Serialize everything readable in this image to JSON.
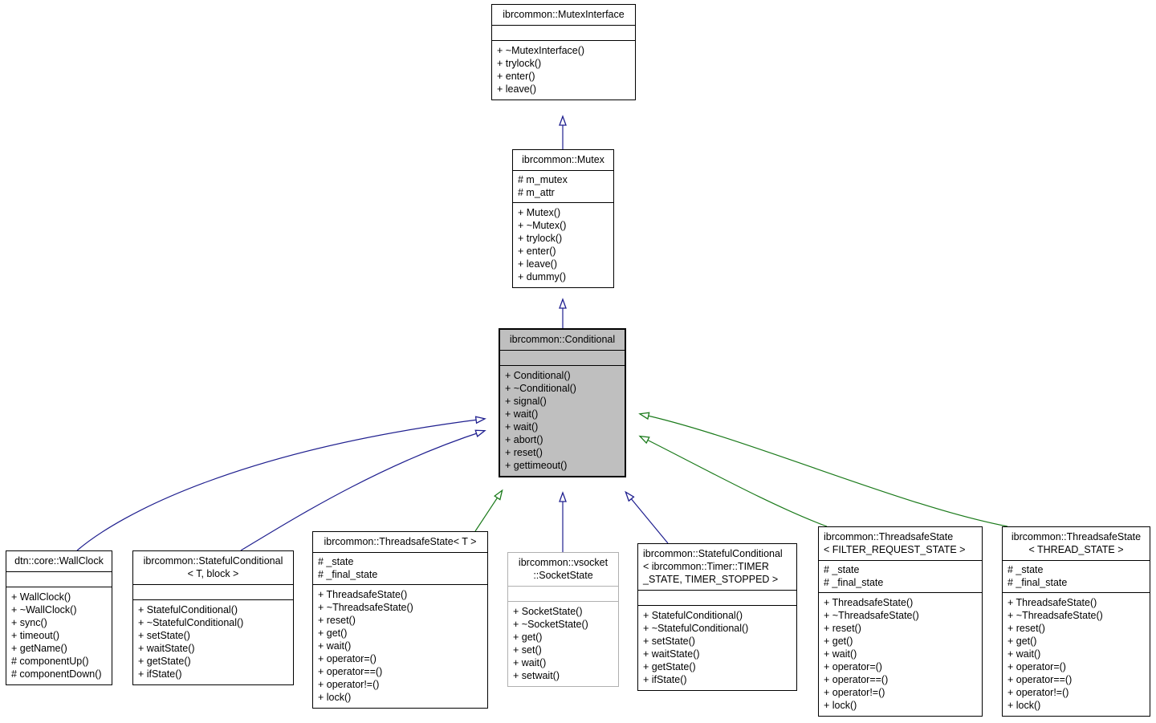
{
  "diagram": {
    "kind": "uml-class-inheritance-diagram",
    "title": "ibrcommon::Conditional",
    "colors": {
      "background": "#ffffff",
      "node_border": "#000000",
      "node_fill": "#ffffff",
      "highlight_fill": "#bfbfbf",
      "faint_border": "#b0b0b0",
      "inheritance_edge": "#1f1f8f",
      "template_edge": "#1a7a1a",
      "text": "#000000"
    }
  },
  "nodes": [
    {
      "id": "mutexinterface",
      "name": "ibrcommon::MutexInterface",
      "attributes": [],
      "operations": [
        "+ ~MutexInterface()",
        "+ trylock()",
        "+ enter()",
        "+ leave()"
      ],
      "highlight": false
    },
    {
      "id": "mutex",
      "name": "ibrcommon::Mutex",
      "attributes": [
        "# m_mutex",
        "# m_attr"
      ],
      "operations": [
        "+ Mutex()",
        "+ ~Mutex()",
        "+ trylock()",
        "+ enter()",
        "+ leave()",
        "+ dummy()"
      ],
      "highlight": false
    },
    {
      "id": "conditional",
      "name": "ibrcommon::Conditional",
      "attributes": [],
      "operations": [
        "+ Conditional()",
        "+ ~Conditional()",
        "+ signal()",
        "+ wait()",
        "+ wait()",
        "+ abort()",
        "+ reset()",
        "+ gettimeout()"
      ],
      "highlight": true
    },
    {
      "id": "wallclock",
      "name": "dtn::core::WallClock",
      "attributes": [],
      "operations": [
        "+ WallClock()",
        "+ ~WallClock()",
        "+ sync()",
        "+ timeout()",
        "+ getName()",
        "# componentUp()",
        "# componentDown()"
      ],
      "highlight": false
    },
    {
      "id": "statefulconditional_t_block",
      "name": "ibrcommon::StatefulConditional\n< T, block >",
      "attributes": [],
      "operations": [
        "+ StatefulConditional()",
        "+ ~StatefulConditional()",
        "+ setState()",
        "+ waitState()",
        "+ getState()",
        "+ ifState()"
      ],
      "highlight": false
    },
    {
      "id": "threadsafestate_t",
      "name": "ibrcommon::ThreadsafeState< T >",
      "attributes": [
        "# _state",
        "# _final_state"
      ],
      "operations": [
        "+ ThreadsafeState()",
        "+ ~ThreadsafeState()",
        "+ reset()",
        "+ get()",
        "+ wait()",
        "+ operator=()",
        "+ operator==()",
        "+ operator!=()",
        "+ lock()"
      ],
      "highlight": false
    },
    {
      "id": "vsocket_socketstate",
      "name": "ibrcommon::vsocket\n::SocketState",
      "attributes": [],
      "operations": [
        "+ SocketState()",
        "+ ~SocketState()",
        "+ get()",
        "+ set()",
        "+ wait()",
        "+ setwait()"
      ],
      "highlight": false
    },
    {
      "id": "statefulconditional_timer",
      "name": "ibrcommon::StatefulConditional\n< ibrcommon::Timer::TIMER\n_STATE, TIMER_STOPPED >",
      "attributes": [],
      "operations": [
        "+ StatefulConditional()",
        "+ ~StatefulConditional()",
        "+ setState()",
        "+ waitState()",
        "+ getState()",
        "+ ifState()"
      ],
      "highlight": false
    },
    {
      "id": "threadsafestate_filter",
      "name": "ibrcommon::ThreadsafeState\n< FILTER_REQUEST_STATE >",
      "attributes": [
        "# _state",
        "# _final_state"
      ],
      "operations": [
        "+ ThreadsafeState()",
        "+ ~ThreadsafeState()",
        "+ reset()",
        "+ get()",
        "+ wait()",
        "+ operator=()",
        "+ operator==()",
        "+ operator!=()",
        "+ lock()"
      ],
      "highlight": false
    },
    {
      "id": "threadsafestate_thread",
      "name": "ibrcommon::ThreadsafeState\n< THREAD_STATE >",
      "attributes": [
        "# _state",
        "# _final_state"
      ],
      "operations": [
        "+ ThreadsafeState()",
        "+ ~ThreadsafeState()",
        "+ reset()",
        "+ get()",
        "+ wait()",
        "+ operator=()",
        "+ operator==()",
        "+ operator!=()",
        "+ lock()"
      ],
      "highlight": false
    }
  ],
  "edges": [
    {
      "from": "mutex",
      "to": "mutexinterface",
      "kind": "inheritance"
    },
    {
      "from": "conditional",
      "to": "mutex",
      "kind": "inheritance"
    },
    {
      "from": "wallclock",
      "to": "conditional",
      "kind": "inheritance"
    },
    {
      "from": "statefulconditional_t_block",
      "to": "conditional",
      "kind": "inheritance"
    },
    {
      "from": "threadsafestate_t",
      "to": "conditional",
      "kind": "template-instance"
    },
    {
      "from": "vsocket_socketstate",
      "to": "conditional",
      "kind": "inheritance"
    },
    {
      "from": "statefulconditional_timer",
      "to": "conditional",
      "kind": "inheritance"
    },
    {
      "from": "threadsafestate_filter",
      "to": "conditional",
      "kind": "template-instance"
    },
    {
      "from": "threadsafestate_thread",
      "to": "conditional",
      "kind": "template-instance"
    }
  ]
}
